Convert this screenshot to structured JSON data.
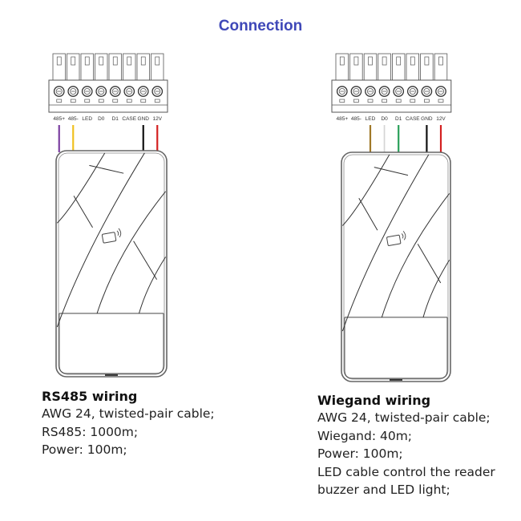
{
  "title": "Connection",
  "terminal_labels": [
    "485+",
    "485-",
    "LED",
    "D0",
    "D1",
    "CASE",
    "GND",
    "12V"
  ],
  "wire_colors": {
    "485+": "#7b3fa0",
    "485-": "#f0c020",
    "LED": "#a07828",
    "D0": "#e6e6e6",
    "D1": "#2aa05a",
    "GND": "#111111",
    "12V": "#d42020"
  },
  "diagrams": [
    {
      "id": "rs485",
      "connected_terminals": [
        "485+",
        "485-",
        "GND",
        "12V"
      ],
      "heading": "RS485 wiring",
      "lines": [
        "AWG 24, twisted-pair cable;",
        "RS485: 1000m;",
        "Power: 100m;"
      ]
    },
    {
      "id": "wiegand",
      "connected_terminals": [
        "LED",
        "D0",
        "D1",
        "GND",
        "12V"
      ],
      "heading": "Wiegand wiring",
      "lines": [
        "AWG 24, twisted-pair cable;",
        "Wiegand: 40m;",
        "Power: 100m;",
        "LED cable control the reader",
        "buzzer and LED light;"
      ]
    }
  ],
  "icons": {
    "reader": "nfc-card-reader-icon"
  }
}
